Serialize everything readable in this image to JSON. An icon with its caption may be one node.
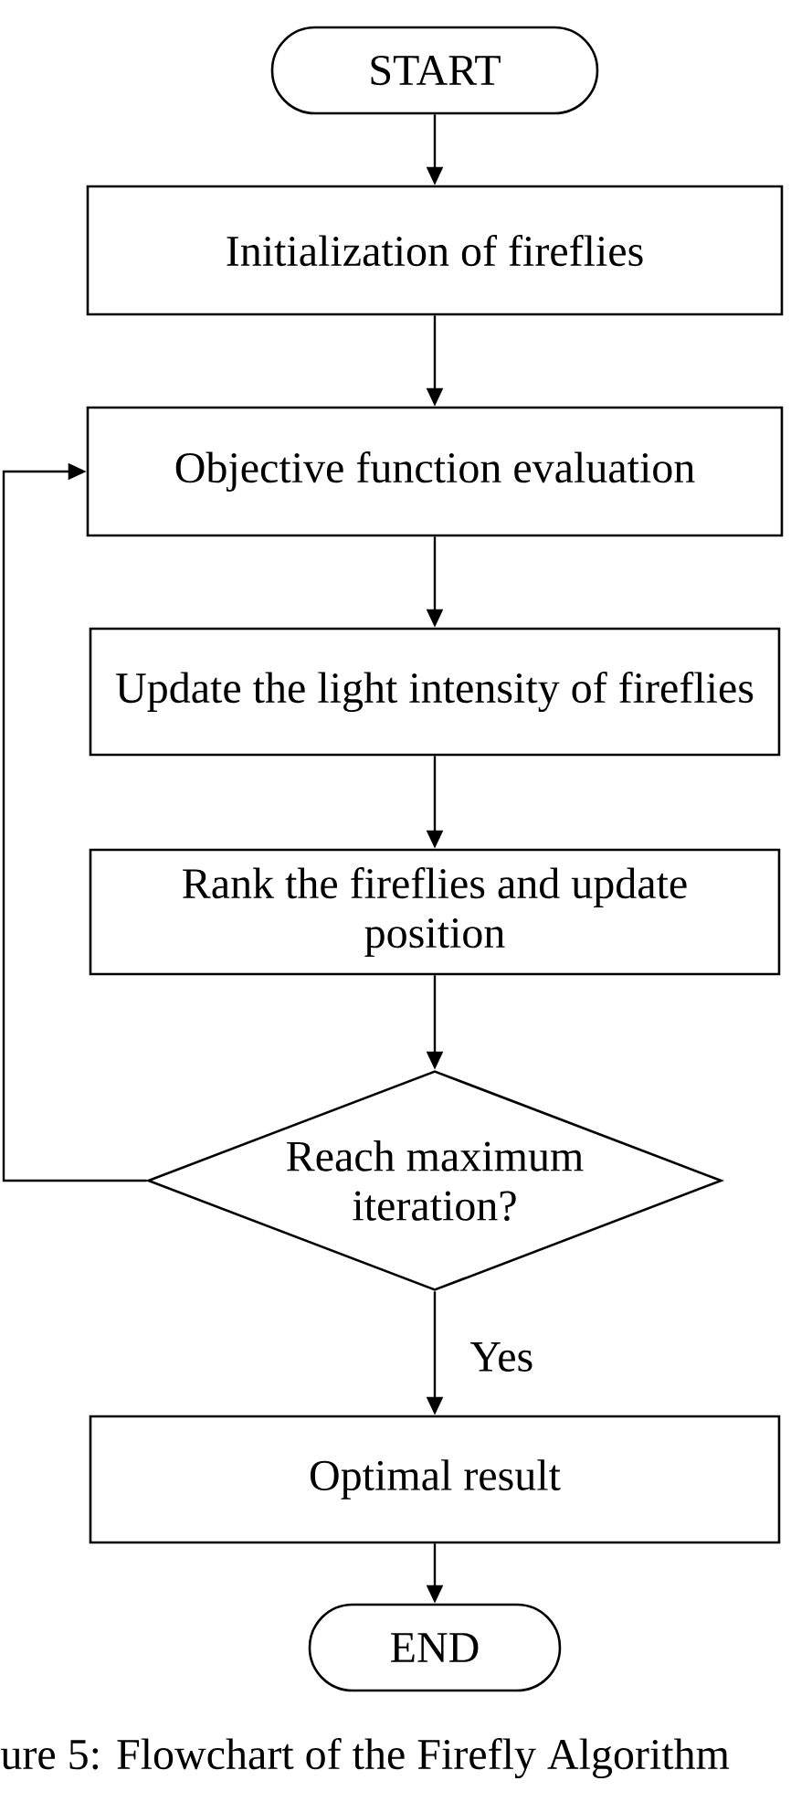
{
  "diagram": {
    "caption": "ure 5: Flowchart of the Firefly Algorithm",
    "nodes": [
      {
        "text": [
          "START"
        ]
      },
      {
        "text": [
          "Initialization of fireflies"
        ]
      },
      {
        "text": [
          "Objective function evaluation"
        ]
      },
      {
        "text": [
          "Update the light intensity of fireflies"
        ]
      },
      {
        "text": [
          "Rank the fireflies and update position"
        ]
      },
      {
        "text": [
          "Reach maximum iteration?"
        ]
      },
      {
        "text": [
          "Optimal result"
        ]
      },
      {
        "text": [
          "END"
        ]
      }
    ],
    "edges": [
      {
        "from": 0,
        "to": 1,
        "arrow": "to"
      },
      {
        "from": 1,
        "to": 2,
        "arrow": "to"
      },
      {
        "from": 2,
        "to": 3,
        "arrow": "to"
      },
      {
        "from": 3,
        "to": 4,
        "arrow": "to"
      },
      {
        "from": 4,
        "to": 5,
        "arrow": "to"
      },
      {
        "from": 5,
        "to": 2,
        "arrow": "to"
      },
      {
        "from": 5,
        "to": 6,
        "arrow": "to",
        "label": "Yes"
      },
      {
        "from": 6,
        "to": 7,
        "arrow": "to"
      }
    ]
  }
}
